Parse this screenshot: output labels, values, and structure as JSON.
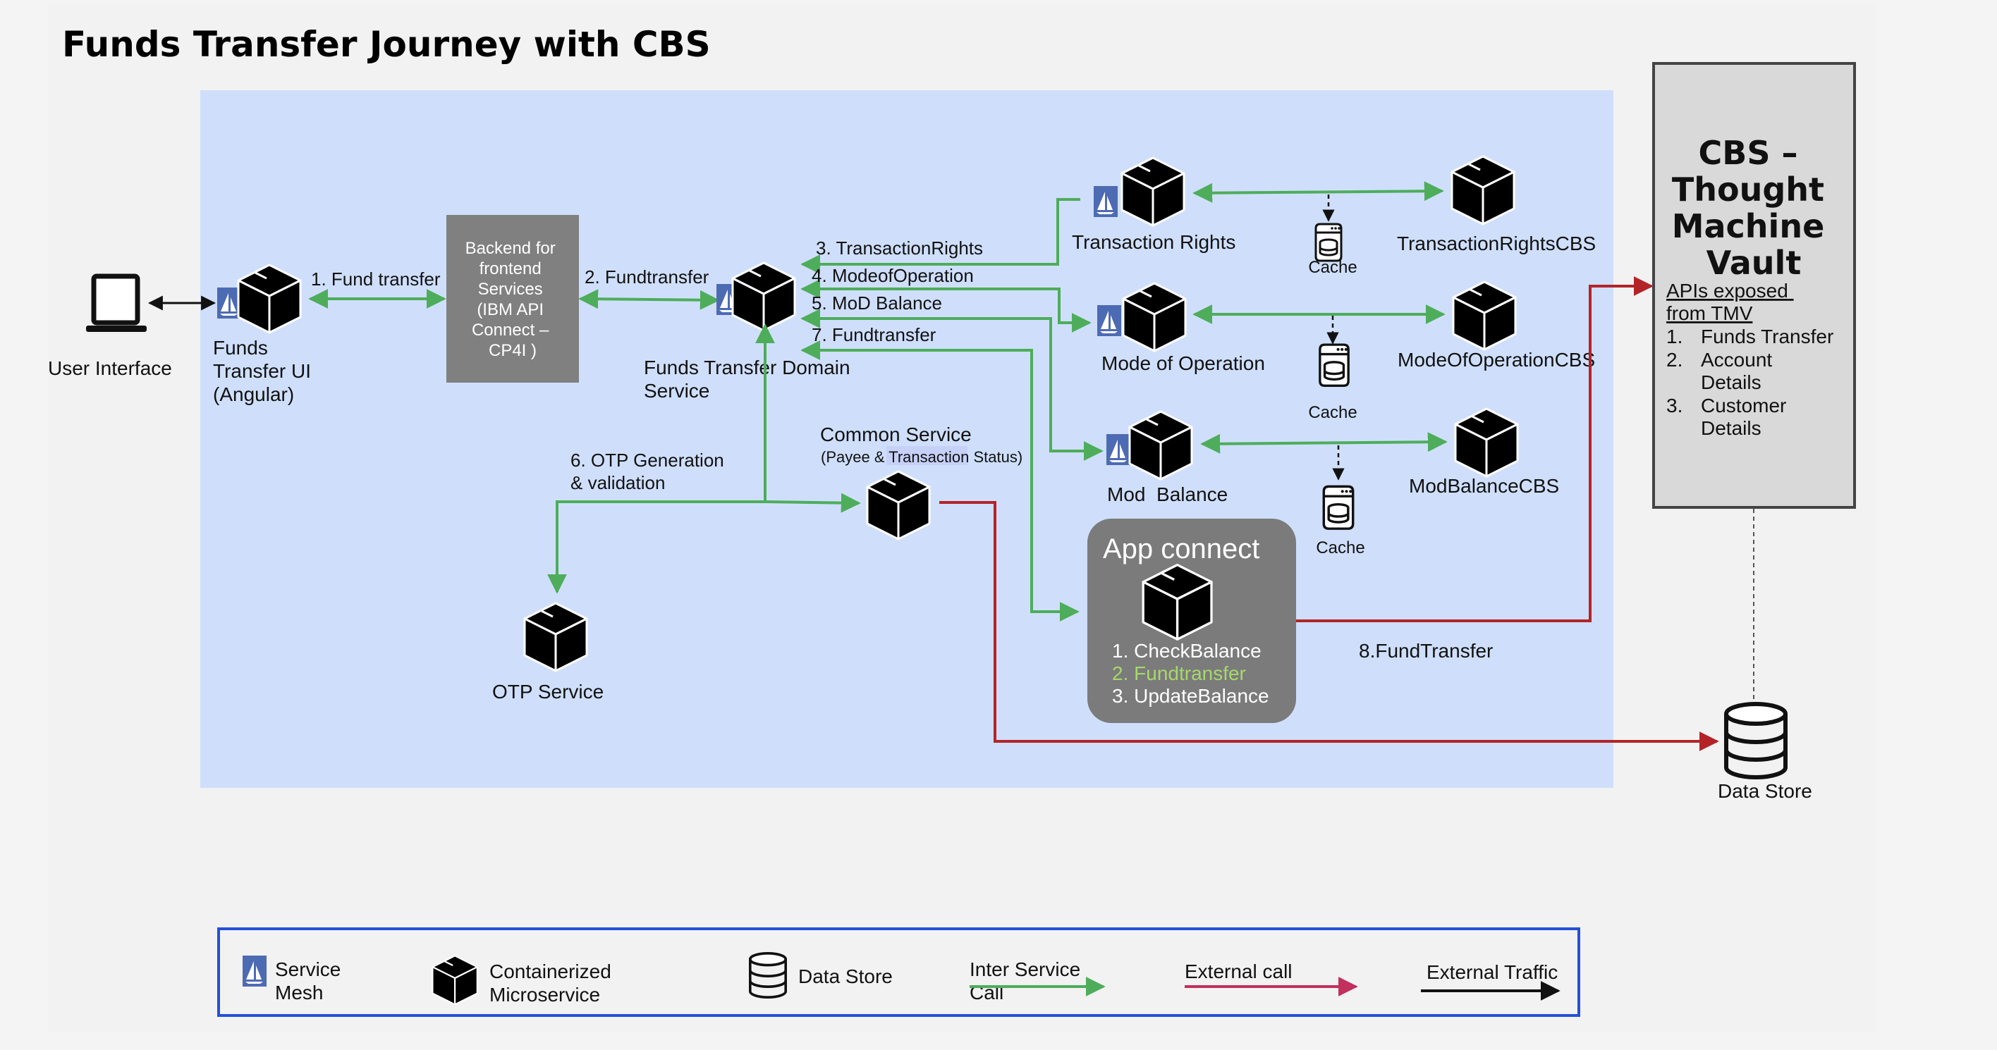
{
  "title": "Funds Transfer Journey with CBS",
  "colors": {
    "zone": "#cfdffb",
    "inter_service": "#4ead5b",
    "external_call": "#b32428",
    "bff_box": "#808080",
    "app_connect_box": "#7b7b7b",
    "vault_box": "#d9d9d9",
    "legend_border": "#2450d8",
    "mesh_badge": "#4d6bb3",
    "highlight": "#c7d1f8",
    "fundtransfer_item": "#a6d86b"
  },
  "components": {
    "user_interface": {
      "icon": "laptop-icon",
      "label": "User Interface"
    },
    "funds_transfer_ui": {
      "icon": "container-cube-icon",
      "label_lines": [
        "Funds",
        "Transfer UI",
        "(Angular)"
      ]
    },
    "bff": {
      "label_lines": [
        "Backend for",
        "frontend",
        "Services",
        "(IBM API",
        "Connect –",
        "CP4I )"
      ]
    },
    "domain_service": {
      "icon": "container-cube-icon",
      "label_lines": [
        "Funds Transfer Domain",
        "Service"
      ]
    },
    "common_service": {
      "label": "Common Service",
      "sub_prefix": "(Payee & ",
      "sub_highlight": "Transaction",
      "sub_suffix": " Status)"
    },
    "otp_service": {
      "label": "OTP Service"
    },
    "transaction_rights": {
      "label": "Transaction Rights"
    },
    "mode_of_operation": {
      "label": "Mode of Operation"
    },
    "mod_balance": {
      "label": "Mod  Balance"
    },
    "tr_cbs": {
      "label": "TransactionRightsCBS"
    },
    "moo_cbs": {
      "label": "ModeOfOperationCBS"
    },
    "mb_cbs": {
      "label": "ModBalanceCBS"
    },
    "cache_label": "Cache",
    "app_connect": {
      "title": "App connect",
      "items": [
        {
          "num": "1.",
          "text": "CheckBalance"
        },
        {
          "num": "2.",
          "text": "Fundtransfer"
        },
        {
          "num": "3.",
          "text": "UpdateBalance"
        }
      ]
    },
    "cbs_vault": {
      "title_lines": [
        "CBS –",
        "Thought",
        "Machine",
        "Vault"
      ],
      "apis_heading_lines": [
        "APIs exposed",
        "from TMV"
      ],
      "apis": [
        {
          "num": "1.",
          "lines": [
            "Funds Transfer"
          ]
        },
        {
          "num": "2.",
          "lines": [
            "Account",
            "Details"
          ]
        },
        {
          "num": "3.",
          "lines": [
            "Customer",
            "Details"
          ]
        }
      ]
    },
    "data_store": {
      "label": "Data Store"
    }
  },
  "flows": {
    "fund_transfer": "1. Fund transfer",
    "fundtransfer": "2. Fundtransfer",
    "transaction_rights": "3. TransactionRights",
    "mode_of_operation": "4. ModeofOperation",
    "mod_balance": "5. MoD Balance",
    "otp_lines": [
      "6. OTP Generation",
      "& validation"
    ],
    "fundtransfer_7": "7. Fundtransfer",
    "fundtransfer_8": "8.FundTransfer"
  },
  "legend": {
    "service_mesh_lines": [
      "Service",
      "Mesh"
    ],
    "containerized_lines": [
      "Containerized",
      "Microservice"
    ],
    "data_store": "Data Store",
    "inter_service_lines": [
      "Inter Service",
      "Call"
    ],
    "external_call": "External call",
    "external_traffic": "External Traffic"
  }
}
